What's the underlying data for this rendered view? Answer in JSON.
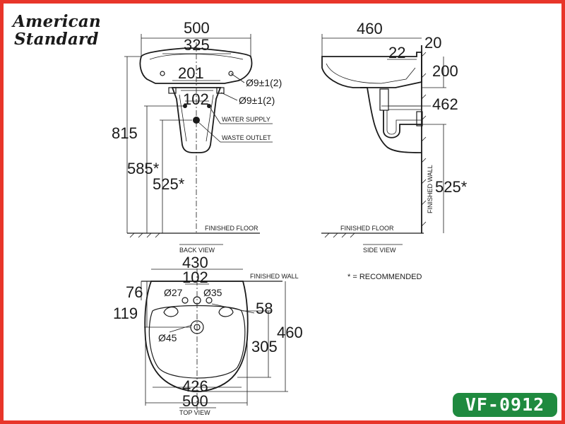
{
  "brand": {
    "line1": "American",
    "line2": "Standard"
  },
  "model_code": "VF-0912",
  "views": {
    "back": "BACK VIEW",
    "side": "SIDE VIEW",
    "top": "TOP VIEW"
  },
  "labels": {
    "finished_floor_back": "FINISHED FLOOR",
    "finished_floor_side": "FINISHED FLOOR",
    "finished_wall_vertical": "FINISHED WALL",
    "finished_wall_top": "FINISHED WALL",
    "water_supply": "WATER SUPPLY",
    "waste_outlet": "WASTE OUTLET",
    "recommended_note": "* = RECOMMENDED"
  },
  "dimensions": {
    "back": {
      "width_overall": "500",
      "width_mount": "325",
      "width_pedestal": "201",
      "spacing_102": "102",
      "height_total": "815",
      "height_585": "585*",
      "height_525": "525*",
      "hole_1": "Ø9±1(2)",
      "hole_2": "Ø9±1(2)"
    },
    "side": {
      "depth": "460",
      "d20": "20",
      "d22": "22",
      "d200": "200",
      "d462": "462",
      "d525": "525*"
    },
    "top": {
      "w430": "430",
      "w102": "102",
      "d76": "76",
      "d119": "119",
      "d58": "58",
      "d305": "305",
      "d460": "460",
      "w426": "426",
      "w500": "500",
      "dia27": "Ø27",
      "dia35": "Ø35",
      "dia45": "Ø45"
    }
  },
  "colors": {
    "frame": "#e8352a",
    "badge_bg": "#1f8a3f",
    "ink": "#1a1a1a"
  }
}
